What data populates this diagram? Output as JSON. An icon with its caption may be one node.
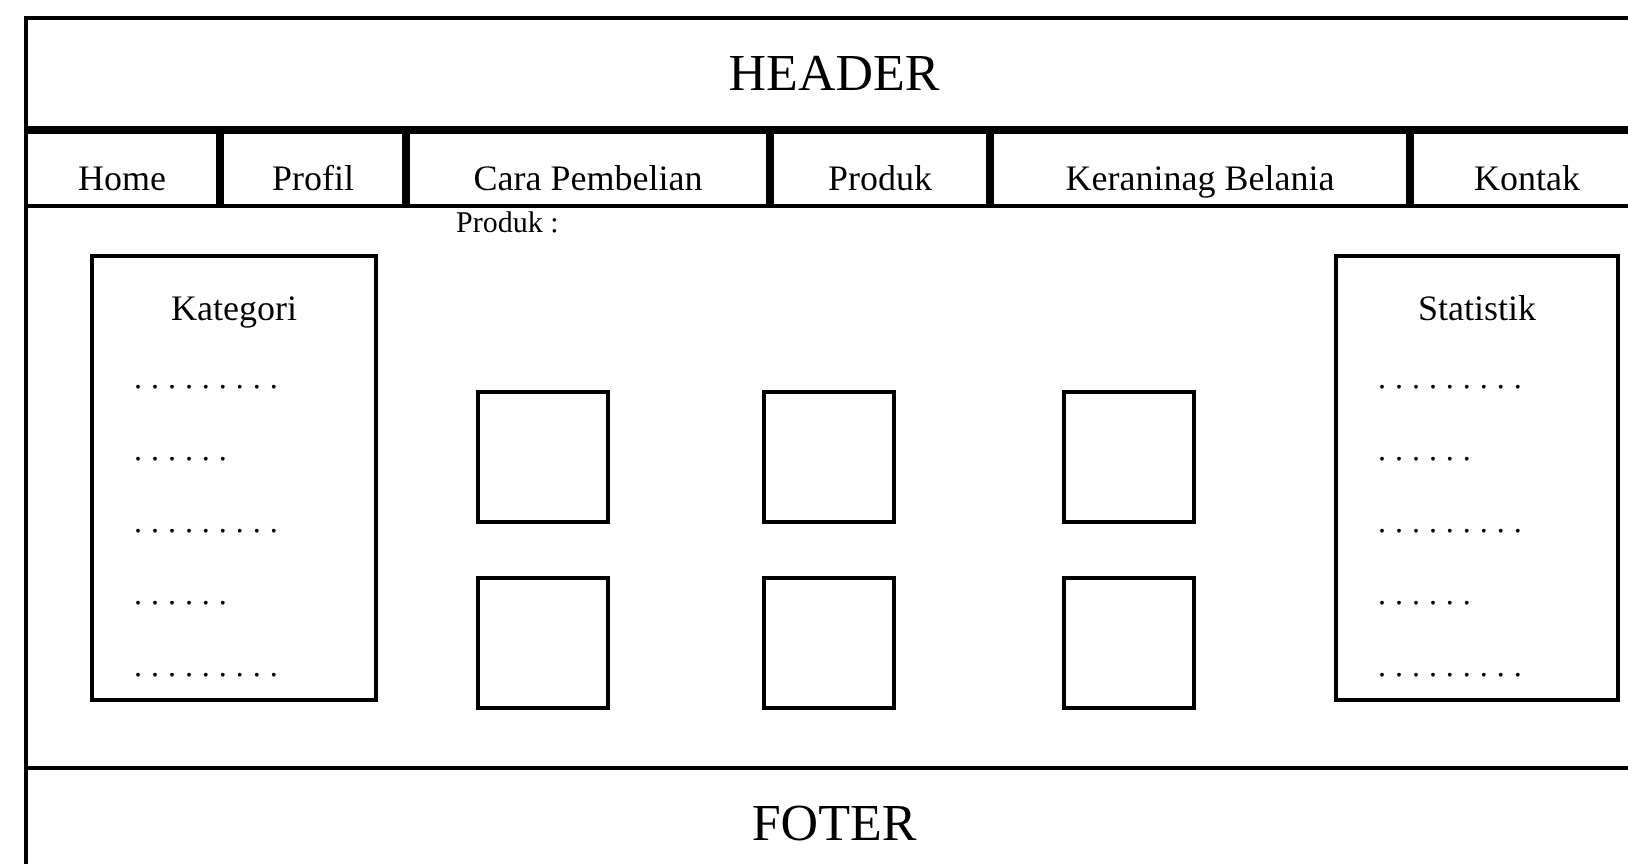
{
  "diagram": {
    "nodes": [
      {
        "text": [
          "HEADER"
        ]
      },
      {
        "text": [
          "Home"
        ]
      },
      {
        "text": [
          "Profil"
        ]
      },
      {
        "text": [
          "Cara Pembelian"
        ]
      },
      {
        "text": [
          "Produk"
        ]
      },
      {
        "text": [
          "Keraninag Belania"
        ]
      },
      {
        "text": [
          "Kontak"
        ]
      },
      {
        "text": [
          "Produk :"
        ]
      },
      {
        "text": [
          "Kategori",
          ".........",
          "......",
          ".........",
          "......",
          "........."
        ],
        "in": 7
      },
      {
        "text": [],
        "shape": "box",
        "in": 7
      },
      {
        "text": [],
        "shape": "box",
        "in": 7
      },
      {
        "text": [],
        "shape": "box",
        "in": 7
      },
      {
        "text": [],
        "shape": "box",
        "in": 7
      },
      {
        "text": [],
        "shape": "box",
        "in": 7
      },
      {
        "text": [],
        "shape": "box",
        "in": 7
      },
      {
        "text": [
          "Statistik",
          ".........",
          "......",
          ".........",
          "......",
          "........."
        ],
        "in": 7
      },
      {
        "text": [
          "FOTER"
        ]
      }
    ]
  }
}
